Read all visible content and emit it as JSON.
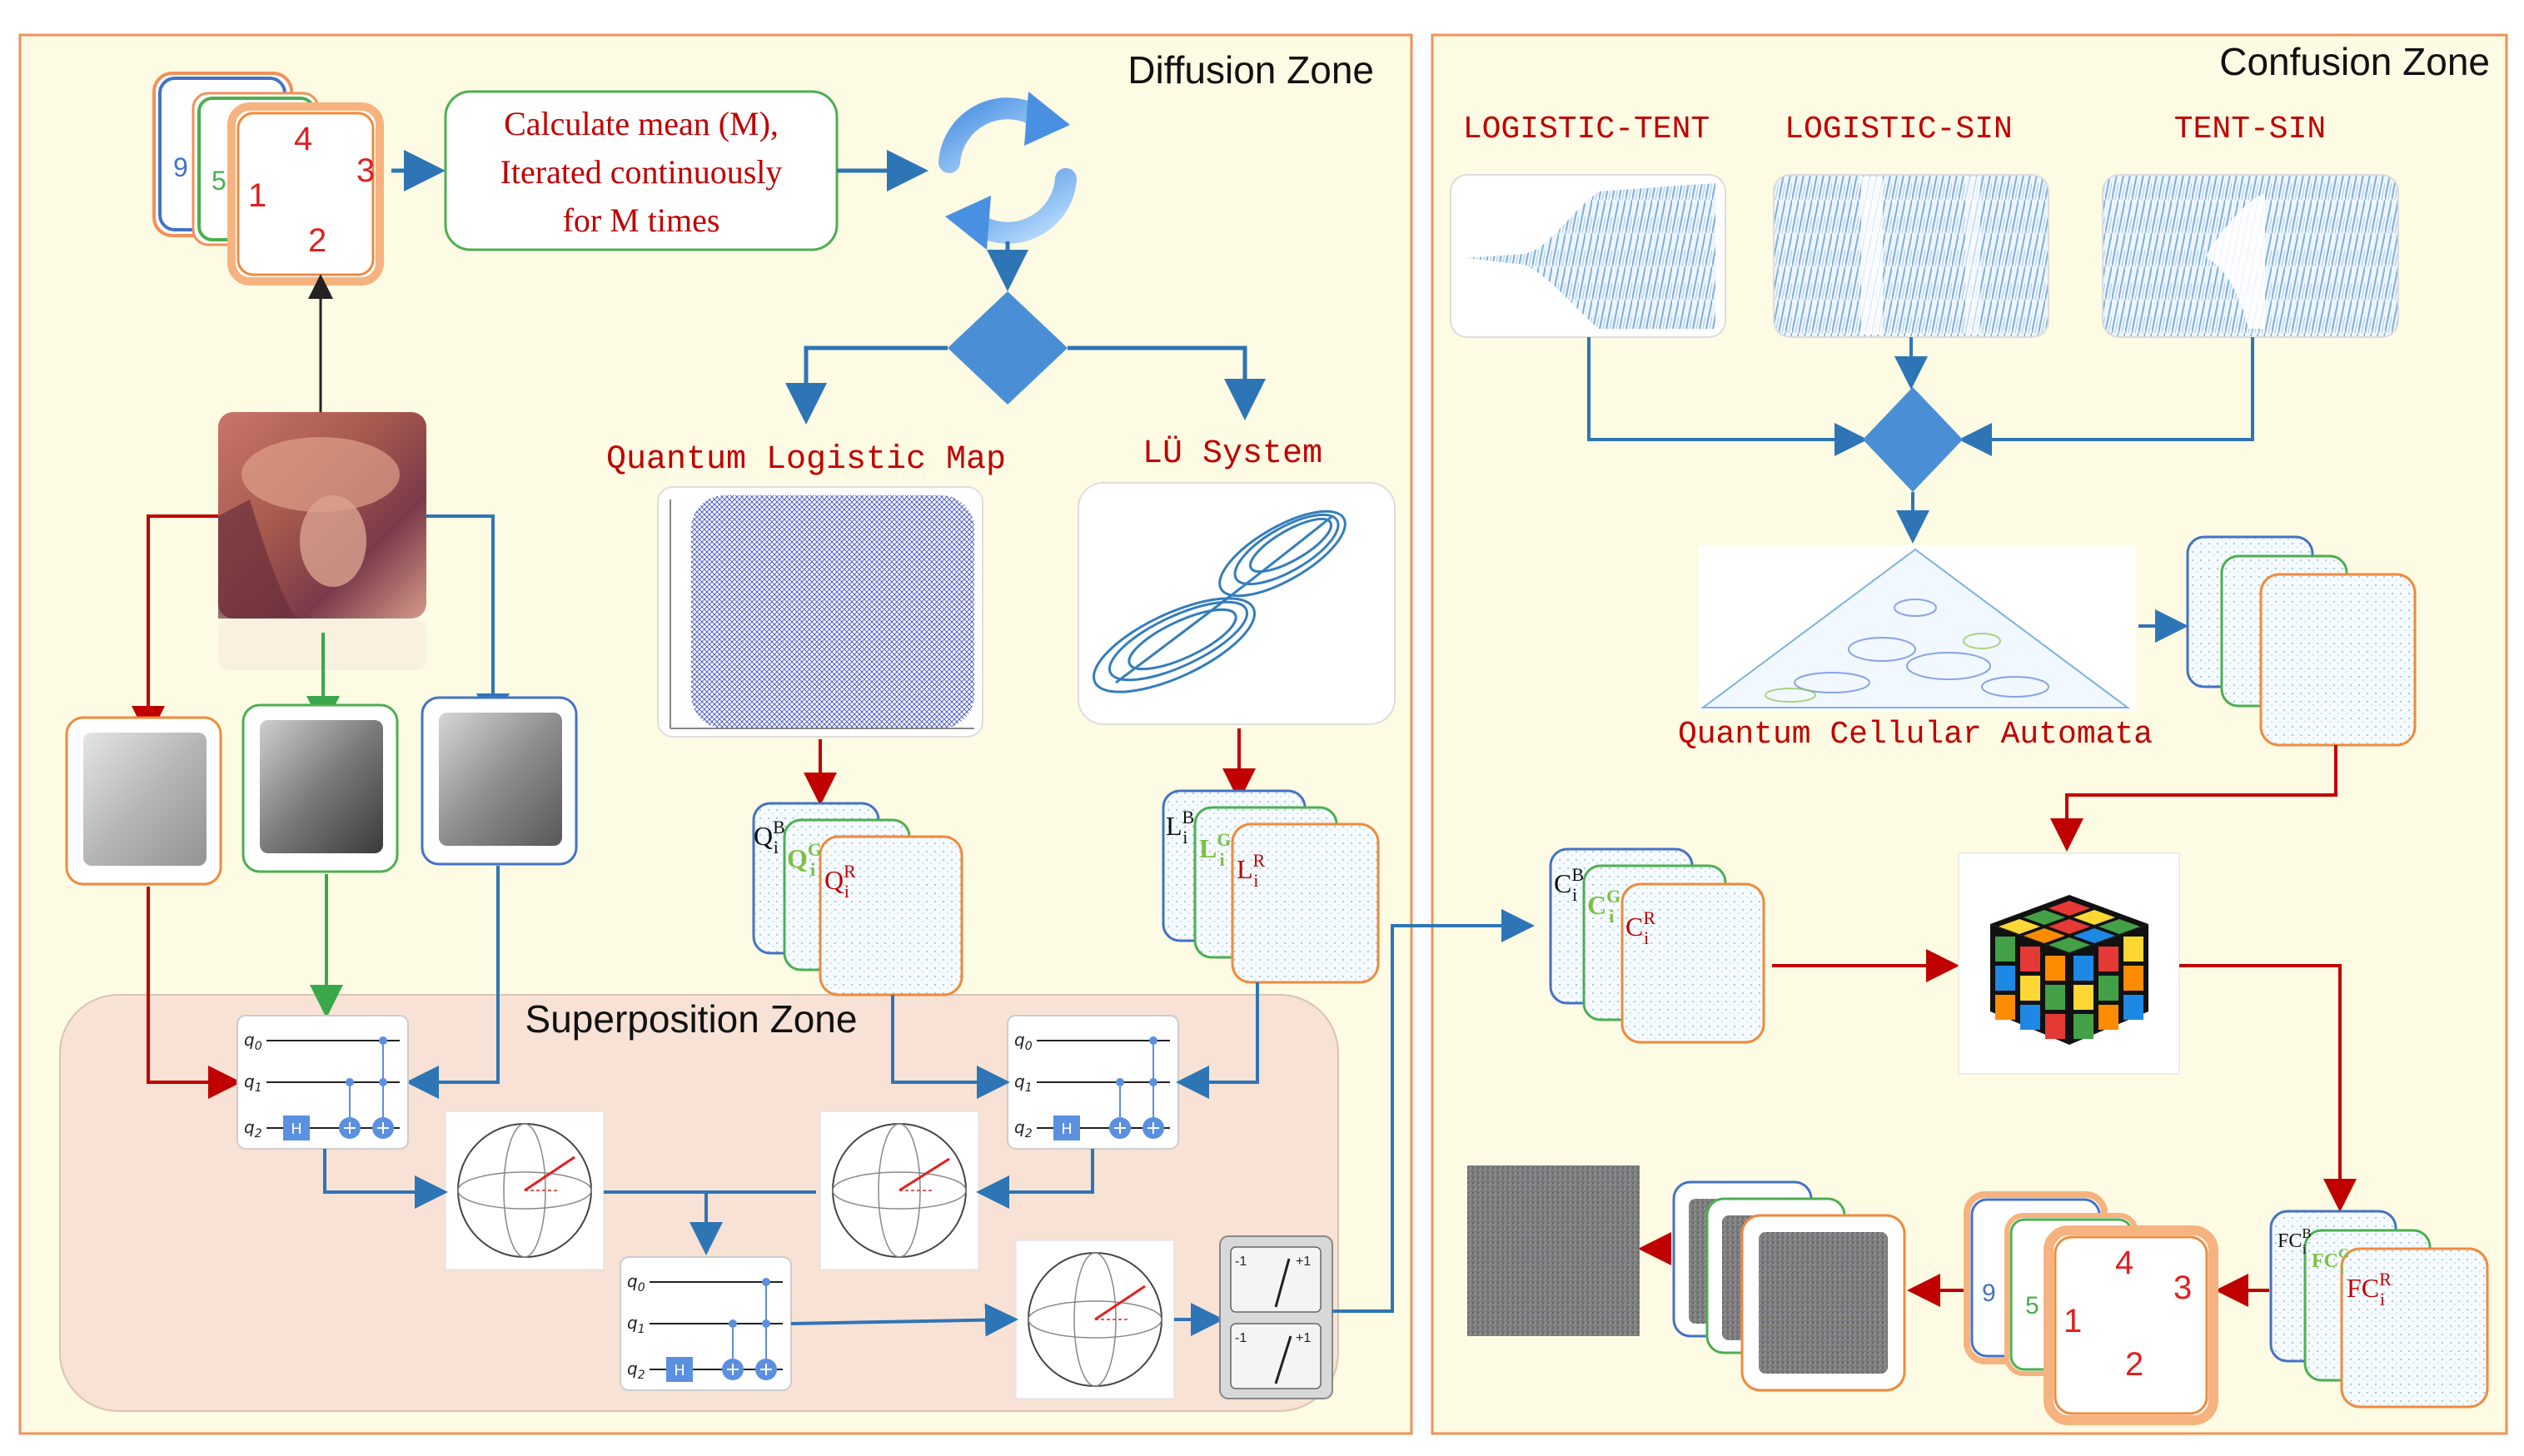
{
  "zones": {
    "diffusion_title": "Diffusion Zone",
    "confusion_title": "Confusion Zone",
    "superposition_title": "Superposition Zone"
  },
  "calc_box": {
    "line1": "Calculate mean (M),",
    "line2": "Iterated continuously",
    "line3": "for M times"
  },
  "chaos_labels": {
    "quantum_logistic_map": "Quantum Logistic Map",
    "lu_system": "LÜ System",
    "logistic_tent": "LOGISTIC-TENT",
    "logistic_sin": "LOGISTIC-SIN",
    "tent_sin": "TENT-SIN",
    "quantum_cellular_automata": "Quantum Cellular Automata"
  },
  "block_numbers": [
    "9",
    "5",
    "4",
    "3",
    "1",
    "2"
  ],
  "channel_labels": {
    "q": {
      "b": "Q",
      "g": "Q",
      "r": "Q",
      "sup_b": "B",
      "sup_g": "G",
      "sup_r": "R",
      "sub": "i"
    },
    "l": {
      "b": "L",
      "g": "L",
      "r": "L",
      "sup_b": "B",
      "sup_g": "G",
      "sup_r": "R",
      "sub": "i"
    },
    "c": {
      "b": "C",
      "g": "C",
      "r": "C",
      "sup_b": "B",
      "sup_g": "G",
      "sup_r": "R",
      "sub": "i"
    },
    "fc": {
      "b": "FC",
      "g": "FC",
      "r": "FC",
      "sup_b": "B",
      "sup_g": "G",
      "sup_r": "R",
      "sub": "i"
    }
  },
  "circuit": {
    "q0": "q",
    "q1": "q",
    "q2": "q",
    "idx0": "0",
    "idx1": "1",
    "idx2": "2",
    "hadamard": "H"
  },
  "meter": {
    "minus": "-1",
    "plus": "+1"
  },
  "colors": {
    "zone_fill": "#fdfbe3",
    "zone_border": "#f0915a",
    "superposition_fill": "#f7e2d5",
    "arrow_blue": "#2e75b6",
    "arrow_red": "#c00000",
    "arrow_green": "#3aa84a",
    "diamond": "#4a8fd6",
    "label_red": "#c00000",
    "channel_blue": "#4472c4",
    "channel_green": "#4caf50",
    "channel_orange": "#f08a3c"
  },
  "icons": [
    "refresh-cycle-icon",
    "decision-diamond-icon",
    "rubiks-cube-icon",
    "measurement-meter-icon"
  ]
}
